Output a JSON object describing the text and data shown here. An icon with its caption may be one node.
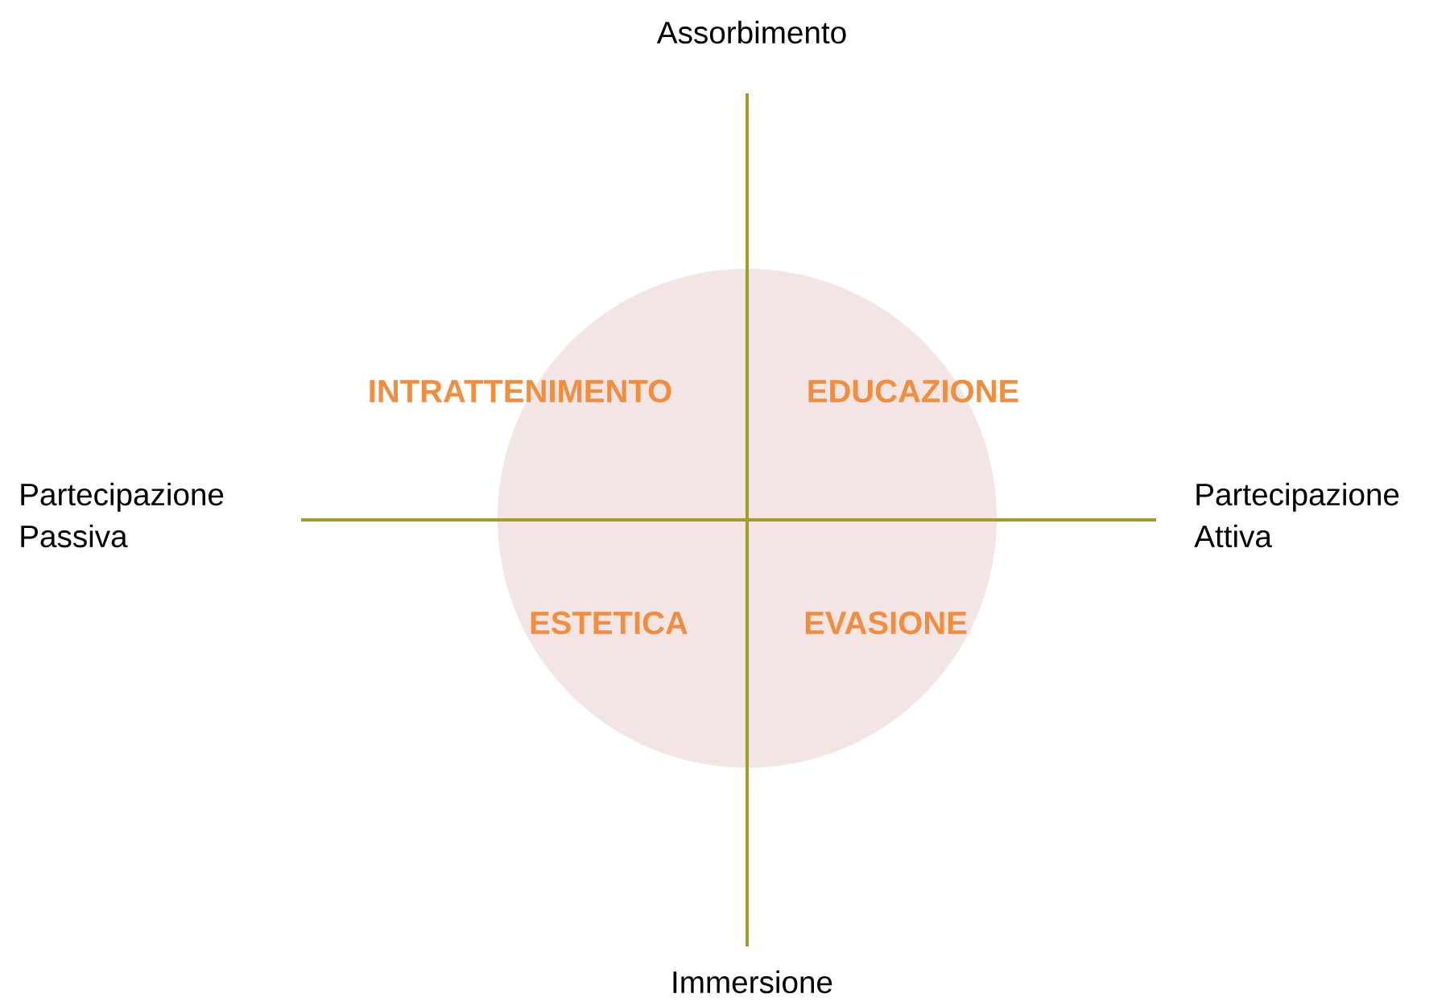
{
  "diagram": {
    "labels": [
      "Assorbimento",
      "INTRATTENIMENTO",
      "EDUCAZIONE",
      "Partecipazione Passiva",
      "Partecipazione Attiva",
      "ESTETICA",
      "EVASIONE",
      "Immersione"
    ]
  }
}
